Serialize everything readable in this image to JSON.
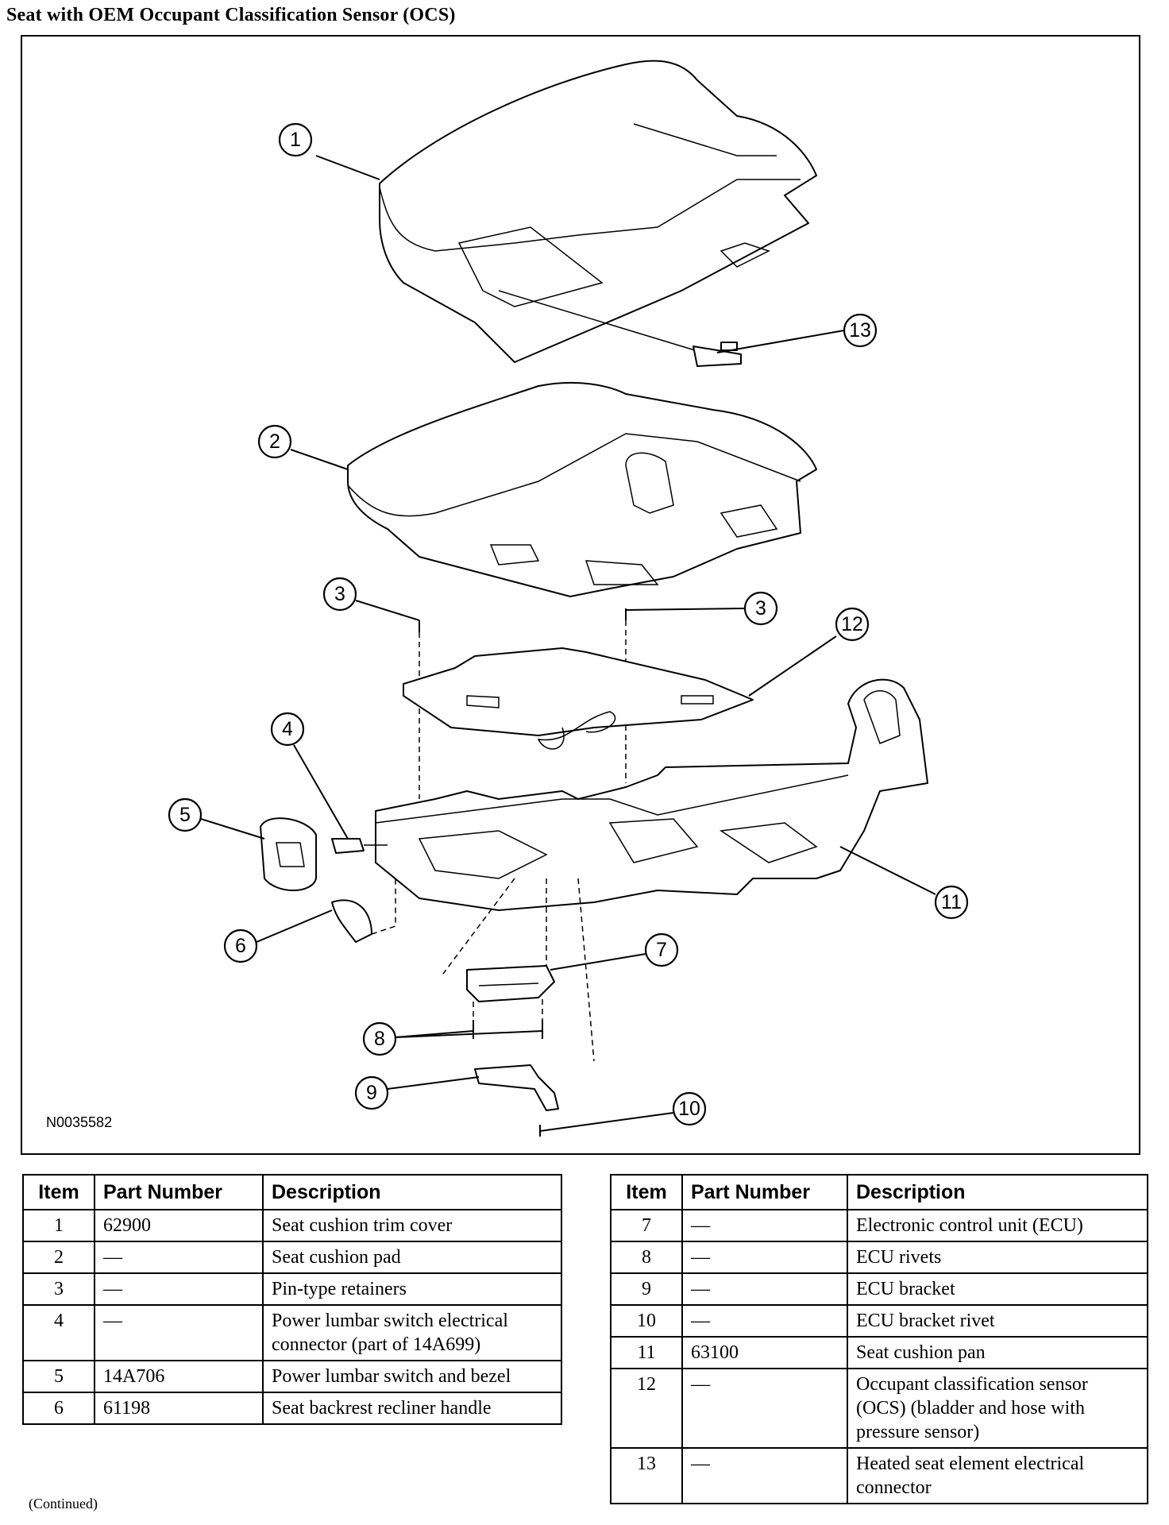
{
  "title": "Seat with OEM Occupant Classification Sensor (OCS)",
  "figure_id": "N0035582",
  "callouts": [
    "1",
    "2",
    "3",
    "3",
    "4",
    "5",
    "6",
    "7",
    "8",
    "9",
    "10",
    "11",
    "12",
    "13"
  ],
  "table_headers": {
    "item": "Item",
    "part_number": "Part Number",
    "description": "Description"
  },
  "table_left": [
    {
      "item": "1",
      "part_number": "62900",
      "description": "Seat cushion trim cover"
    },
    {
      "item": "2",
      "part_number": "—",
      "description": "Seat cushion pad"
    },
    {
      "item": "3",
      "part_number": "—",
      "description": "Pin-type retainers"
    },
    {
      "item": "4",
      "part_number": "—",
      "description": "Power lumbar switch electrical connector (part of 14A699)"
    },
    {
      "item": "5",
      "part_number": "14A706",
      "description": "Power lumbar switch and bezel"
    },
    {
      "item": "6",
      "part_number": "61198",
      "description": "Seat backrest recliner handle"
    }
  ],
  "table_right": [
    {
      "item": "7",
      "part_number": "—",
      "description": "Electronic control unit (ECU)"
    },
    {
      "item": "8",
      "part_number": "—",
      "description": "ECU rivets"
    },
    {
      "item": "9",
      "part_number": "—",
      "description": "ECU bracket"
    },
    {
      "item": "10",
      "part_number": "—",
      "description": "ECU bracket rivet"
    },
    {
      "item": "11",
      "part_number": "63100",
      "description": "Seat cushion pan"
    },
    {
      "item": "12",
      "part_number": "—",
      "description": "Occupant classification sensor (OCS) (bladder and hose with pressure sensor)"
    },
    {
      "item": "13",
      "part_number": "—",
      "description": "Heated seat element electrical connector"
    }
  ],
  "continued": "(Continued)"
}
